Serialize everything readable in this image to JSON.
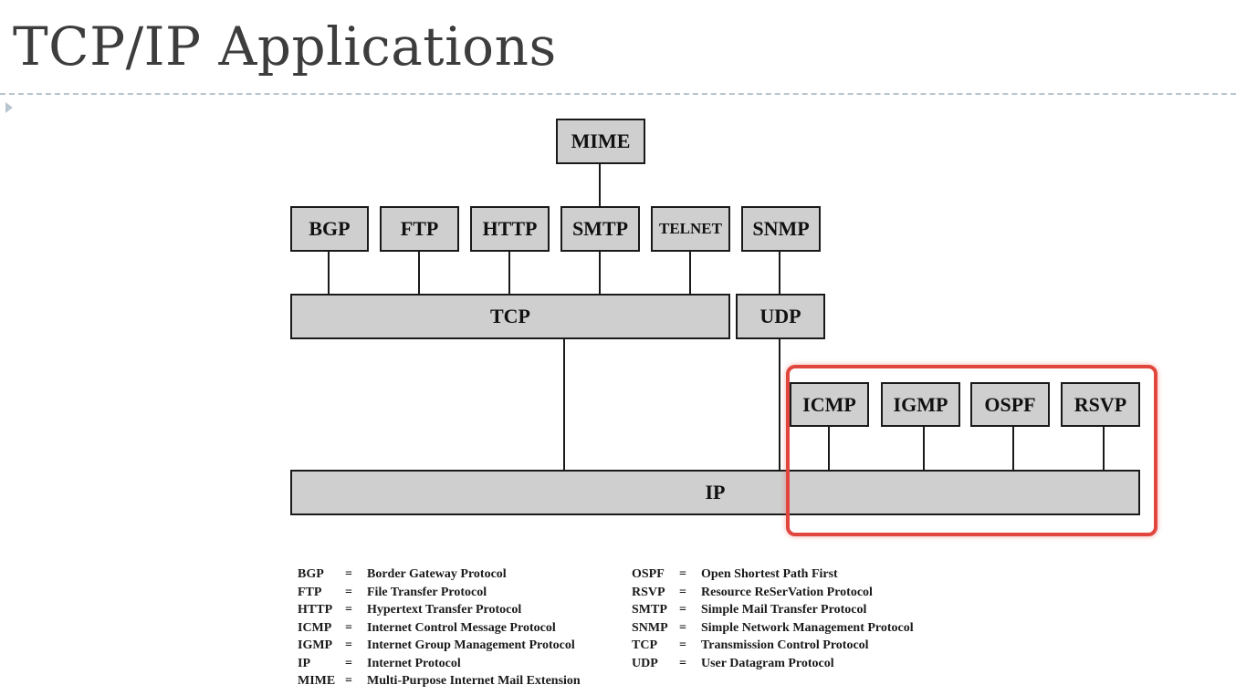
{
  "title": "TCP/IP Applications",
  "diagram": {
    "top_protocols": {
      "mime": "MIME",
      "bgp": "BGP",
      "ftp": "FTP",
      "http": "HTTP",
      "smtp": "SMTP",
      "telnet": "TELNET",
      "snmp": "SNMP"
    },
    "transport": {
      "tcp": "TCP",
      "udp": "UDP"
    },
    "network_protocols": {
      "icmp": "ICMP",
      "igmp": "IGMP",
      "ospf": "OSPF",
      "rsvp": "RSVP"
    },
    "ip": "IP",
    "highlight_color": "#e0463d",
    "box_fill": "#cfcfcf"
  },
  "legend": {
    "left": [
      {
        "abbr": "BGP",
        "eq": "=",
        "def": "Border Gateway Protocol"
      },
      {
        "abbr": "FTP",
        "eq": "=",
        "def": "File Transfer Protocol"
      },
      {
        "abbr": "HTTP",
        "eq": "=",
        "def": "Hypertext Transfer Protocol"
      },
      {
        "abbr": "ICMP",
        "eq": "=",
        "def": "Internet Control Message Protocol"
      },
      {
        "abbr": "IGMP",
        "eq": "=",
        "def": "Internet Group Management Protocol"
      },
      {
        "abbr": "IP",
        "eq": "=",
        "def": "Internet Protocol"
      },
      {
        "abbr": "MIME",
        "eq": "=",
        "def": "Multi-Purpose Internet Mail Extension"
      }
    ],
    "right": [
      {
        "abbr": "OSPF",
        "eq": "=",
        "def": "Open Shortest Path First"
      },
      {
        "abbr": "RSVP",
        "eq": "=",
        "def": "Resource ReSerVation Protocol"
      },
      {
        "abbr": "SMTP",
        "eq": "=",
        "def": "Simple Mail Transfer Protocol"
      },
      {
        "abbr": "SNMP",
        "eq": "=",
        "def": "Simple Network Management Protocol"
      },
      {
        "abbr": "TCP",
        "eq": "=",
        "def": "Transmission Control Protocol"
      },
      {
        "abbr": "UDP",
        "eq": "=",
        "def": "User Datagram Protocol"
      }
    ]
  }
}
